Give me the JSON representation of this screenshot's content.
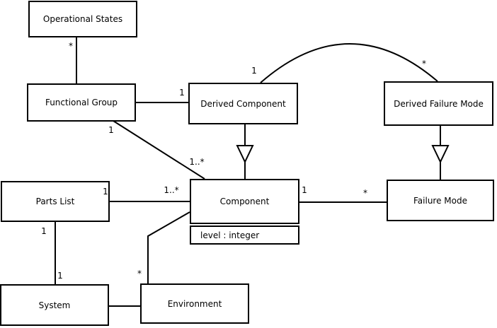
{
  "diagram": {
    "kind": "uml-class-diagram",
    "background_color": "#ffffff",
    "line_color": "#000000",
    "text_color": "#000000"
  },
  "classes": [
    {
      "name": "Operational States"
    },
    {
      "name": "Functional Group"
    },
    {
      "name": "Derived Component"
    },
    {
      "name": "Derived Failure Mode"
    },
    {
      "name": "Parts List"
    },
    {
      "name": "Component",
      "attributes": [
        "level : integer"
      ]
    },
    {
      "name": "Failure Mode"
    },
    {
      "name": "System"
    },
    {
      "name": "Environment"
    }
  ],
  "edges": [
    {
      "from": "Operational States",
      "to": "Functional Group",
      "type": "association",
      "labels": [
        {
          "text": "*"
        }
      ]
    },
    {
      "from": "Functional Group",
      "to": "Derived Component",
      "type": "association",
      "labels": [
        {
          "text": "1"
        }
      ]
    },
    {
      "from": "Functional Group",
      "to": "Component",
      "type": "association",
      "labels": [
        {
          "text": "1"
        },
        {
          "text": "1..*"
        }
      ]
    },
    {
      "from": "Parts List",
      "to": "Component",
      "type": "association",
      "labels": [
        {
          "text": "1"
        },
        {
          "text": "1..*"
        }
      ]
    },
    {
      "from": "Component",
      "to": "Failure Mode",
      "type": "association",
      "labels": [
        {
          "text": "1"
        },
        {
          "text": "*"
        }
      ]
    },
    {
      "from": "Parts List",
      "to": "System",
      "type": "association",
      "labels": [
        {
          "text": "1"
        },
        {
          "text": "1"
        }
      ]
    },
    {
      "from": "System",
      "to": "Environment",
      "type": "association",
      "labels": []
    },
    {
      "from": "Environment",
      "to": "Component",
      "type": "association",
      "labels": [
        {
          "text": "*"
        }
      ]
    },
    {
      "from": "Derived Component",
      "to": "Component",
      "type": "generalization",
      "labels": []
    },
    {
      "from": "Derived Failure Mode",
      "to": "Failure Mode",
      "type": "generalization",
      "labels": []
    },
    {
      "from": "Derived Component",
      "to": "Derived Failure Mode",
      "type": "association",
      "labels": [
        {
          "text": "1"
        },
        {
          "text": "*"
        }
      ]
    }
  ]
}
